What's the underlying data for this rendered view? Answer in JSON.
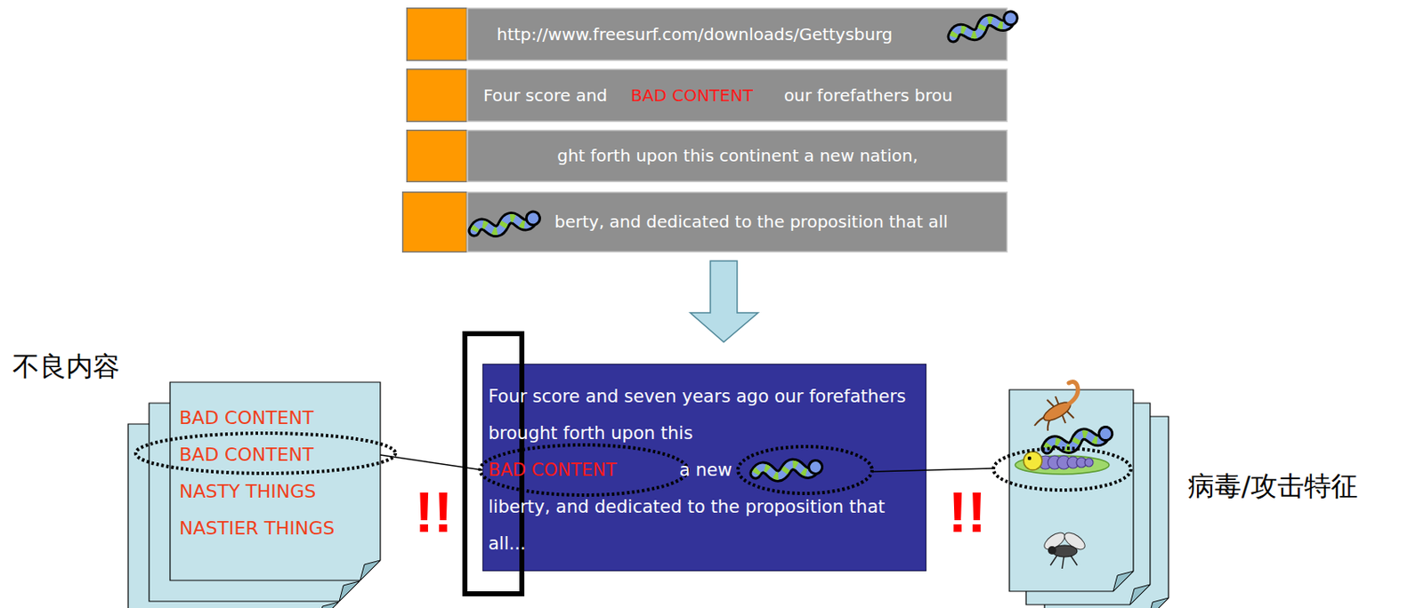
{
  "diagram": {
    "nodes": [
      {
        "text": [
          "http://www.freesurf.com/downloads/Gettysburg"
        ]
      },
      {
        "text": [
          "Four score and",
          "BAD CONTENT",
          "our forefathers brou"
        ]
      },
      {
        "text": [
          "ght forth upon this continent a new nation,"
        ]
      },
      {
        "text": [
          "berty, and dedicated to the proposition that all"
        ]
      },
      {
        "text": [
          "BAD CONTENT",
          "BAD CONTENT",
          "NASTY THINGS",
          "NASTIER THINGS"
        ]
      },
      {
        "text": [
          "Four score and seven years ago our forefathers brought forth upon this",
          "BAD CONTENT",
          "a new",
          "liberty, and dedicated to the proposition that all..."
        ]
      }
    ],
    "edges": [
      {
        "from": 4,
        "to": 5,
        "arrow": "none"
      }
    ],
    "labels": [
      "不良内容",
      "!!",
      "!!",
      "病毒/攻击特征"
    ]
  }
}
